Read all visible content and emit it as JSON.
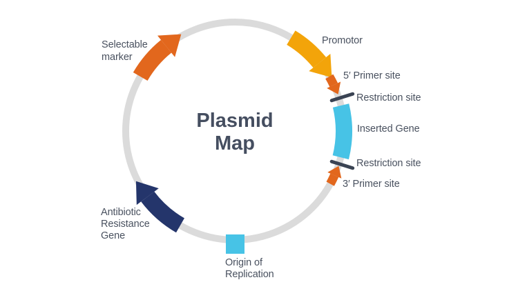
{
  "title": {
    "lines": [
      "Plasmid",
      "Map"
    ]
  },
  "colors": {
    "background": "#FFFFFF",
    "ring": "#DBDBDB",
    "orange": "#E2671D",
    "amber": "#F3A40A",
    "navy": "#24356B",
    "cyan": "#47C3E6",
    "tick": "#3A4353",
    "label": "#49515F",
    "title": "#454E60"
  },
  "features": {
    "selectable_marker": {
      "label_line1": "Selectable",
      "label_line2": "marker"
    },
    "promotor": {
      "label": "Promotor"
    },
    "five_prime_primer": {
      "label": "5′ Primer site"
    },
    "restriction_site_top": {
      "label": "Restriction site"
    },
    "inserted_gene": {
      "label": "Inserted Gene"
    },
    "restriction_site_bottom": {
      "label": "Restriction site"
    },
    "three_prime_primer": {
      "label": "3′ Primer site"
    },
    "antibiotic_resistance": {
      "label_line1": "Antibiotic",
      "label_line2": "Resistance",
      "label_line3": "Gene"
    },
    "origin_of_replication": {
      "label_line1": "Origin of",
      "label_line2": "Replication"
    }
  }
}
